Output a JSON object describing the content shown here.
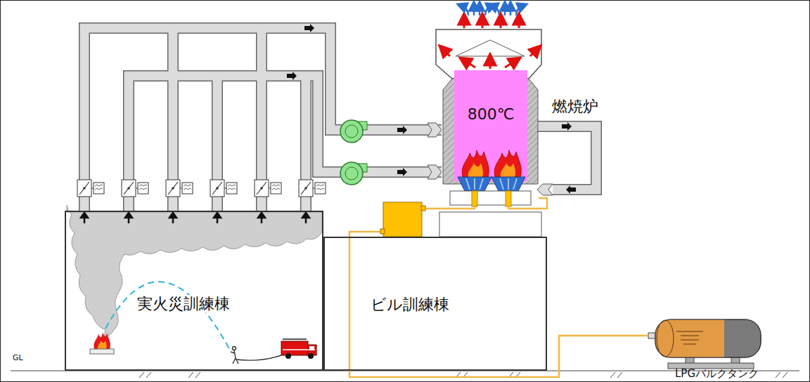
{
  "diagram": {
    "nodes": [
      {
        "text": [
          "実火災訓練棟"
        ]
      },
      {
        "text": [
          "ビル訓練棟"
        ]
      },
      {
        "text": [
          "800℃",
          "燃焼炉"
        ]
      },
      {
        "text": [
          "LPGバルクタンク"
        ]
      }
    ],
    "edges": [
      {
        "from": 0,
        "to": 2,
        "arrow": "to"
      },
      {
        "from": 0,
        "to": 2,
        "arrow": "to"
      },
      {
        "from": 3,
        "to": 2,
        "arrow": "none"
      }
    ],
    "labels": [
      "GL"
    ]
  }
}
